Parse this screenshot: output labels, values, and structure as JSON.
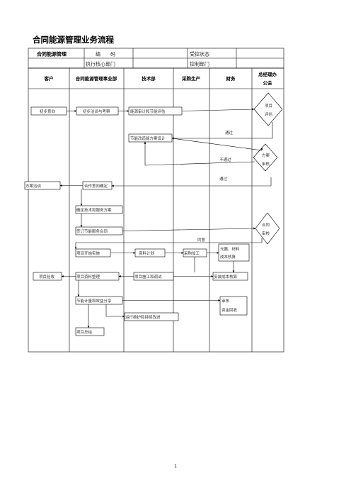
{
  "title": "合同能源管理业务流程",
  "page_number": "1",
  "header": {
    "name": "合同能源管理",
    "code_label": "编　　码",
    "dept_label": "执行核心部门",
    "status_label": "受控状态",
    "control_label": "控制部门"
  },
  "columns": [
    "客户",
    "合同能源管理事业部",
    "技术部",
    "采购生产",
    "财务",
    "总经理办",
    "公会"
  ],
  "nodes": {
    "n1": "初步意向",
    "n2": "初步洽谈与考察",
    "n3": "能源审计和节能评估",
    "n4": "节能改造能方案设计",
    "n5": "方案洽谈",
    "n6": "合作意向确定",
    "n7": "确定技术和服务方案",
    "n8": "签订节能服务合同",
    "n9": "项目开始实施",
    "n10": "资料计划",
    "n11": "采购加工",
    "n12a": "元器、材料",
    "n12b": "成本核算",
    "n13": "项目验收",
    "n14": "项目资料整理",
    "n15": "项目施工和调试",
    "n16": "安装成本核算",
    "n17": "节能计量和效益分享",
    "n18a": "审核",
    "n18b": "资金回收",
    "n19": "运行维护和持续改进",
    "n20": "项目总结"
  },
  "diamonds": {
    "d1a": "项目",
    "d1b": "评估",
    "d2a": "方案",
    "d2b": "审核",
    "d3a": "合同",
    "d3b": "审核"
  },
  "edge_labels": {
    "pass1": "通过",
    "fail": "不通过",
    "pass2": "通过",
    "agree": "同意"
  }
}
